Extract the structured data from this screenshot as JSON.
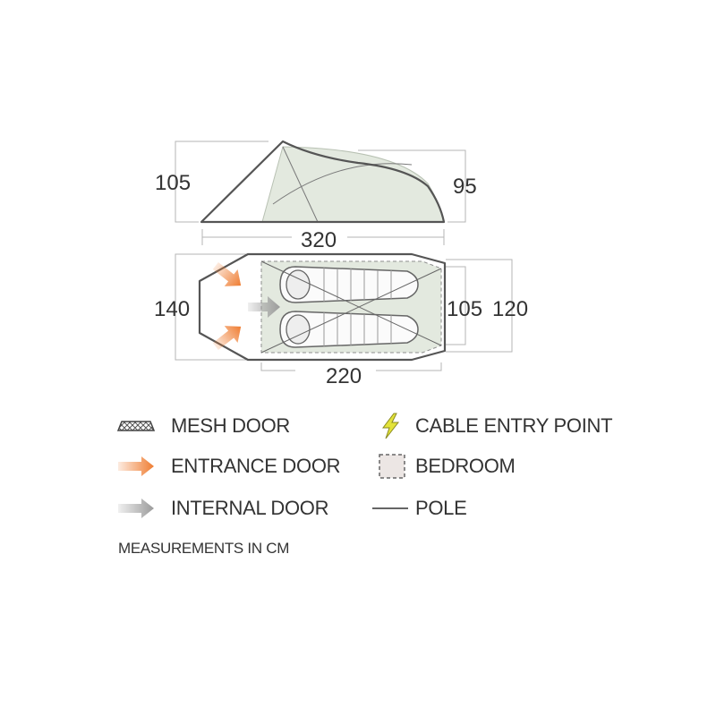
{
  "dimensions": {
    "side_peak_height": "105",
    "side_rear_height": "95",
    "total_length": "320",
    "total_width": "140",
    "inner_rear_width": "105",
    "rear_width": "120",
    "inner_length": "220"
  },
  "legend": {
    "mesh_door": "MESH DOOR",
    "entrance_door": "ENTRANCE DOOR",
    "internal_door": "INTERNAL DOOR",
    "cable_entry": "CABLE ENTRY POINT",
    "bedroom": "BEDROOM",
    "pole": "POLE"
  },
  "note": "MEASUREMENTS IN CM",
  "colors": {
    "entrance_arrow": "#ef7d32",
    "internal_arrow": "#9b9b9b",
    "inner_fill": "#e3e9df",
    "outline": "#555555",
    "cable": "#d6d620"
  }
}
